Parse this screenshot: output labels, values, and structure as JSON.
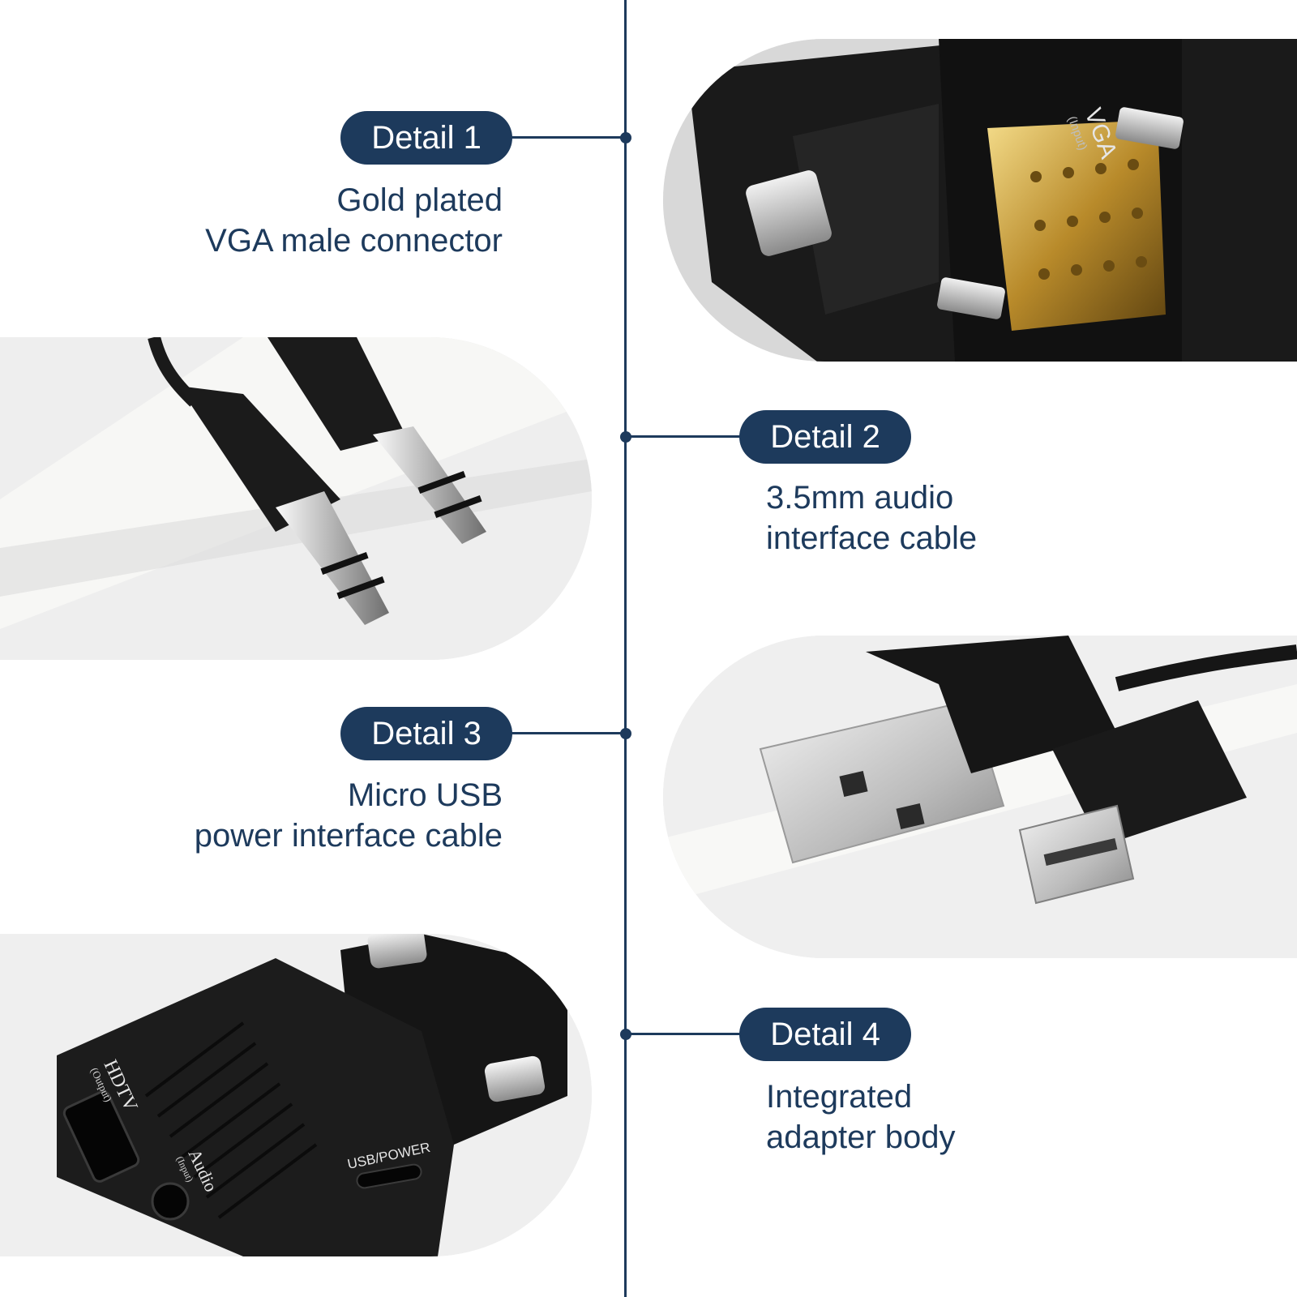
{
  "details": [
    {
      "badge": "Detail 1",
      "lines": [
        "Gold plated",
        "VGA male connector"
      ],
      "photo_icon": "vga-connector-photo"
    },
    {
      "badge": "Detail 2",
      "lines": [
        "3.5mm audio",
        "interface cable"
      ],
      "photo_icon": "audio-jack-photo"
    },
    {
      "badge": "Detail 3",
      "lines": [
        "Micro USB",
        "power interface cable"
      ],
      "photo_icon": "usb-cable-photo"
    },
    {
      "badge": "Detail 4",
      "lines": [
        "Integrated",
        "adapter body"
      ],
      "photo_icon": "adapter-body-photo"
    }
  ],
  "product_markings": {
    "vga_label": "VGA",
    "vga_sub": "(Input)",
    "hdtv_label": "HDTV",
    "hdtv_sub": "(Output)",
    "audio_label": "Audio",
    "audio_sub": "(Input)",
    "usb_label": "USB/POWER"
  },
  "colors": {
    "navy": "#1d3a5c",
    "text": "#1d3a5c",
    "background": "#ffffff"
  }
}
